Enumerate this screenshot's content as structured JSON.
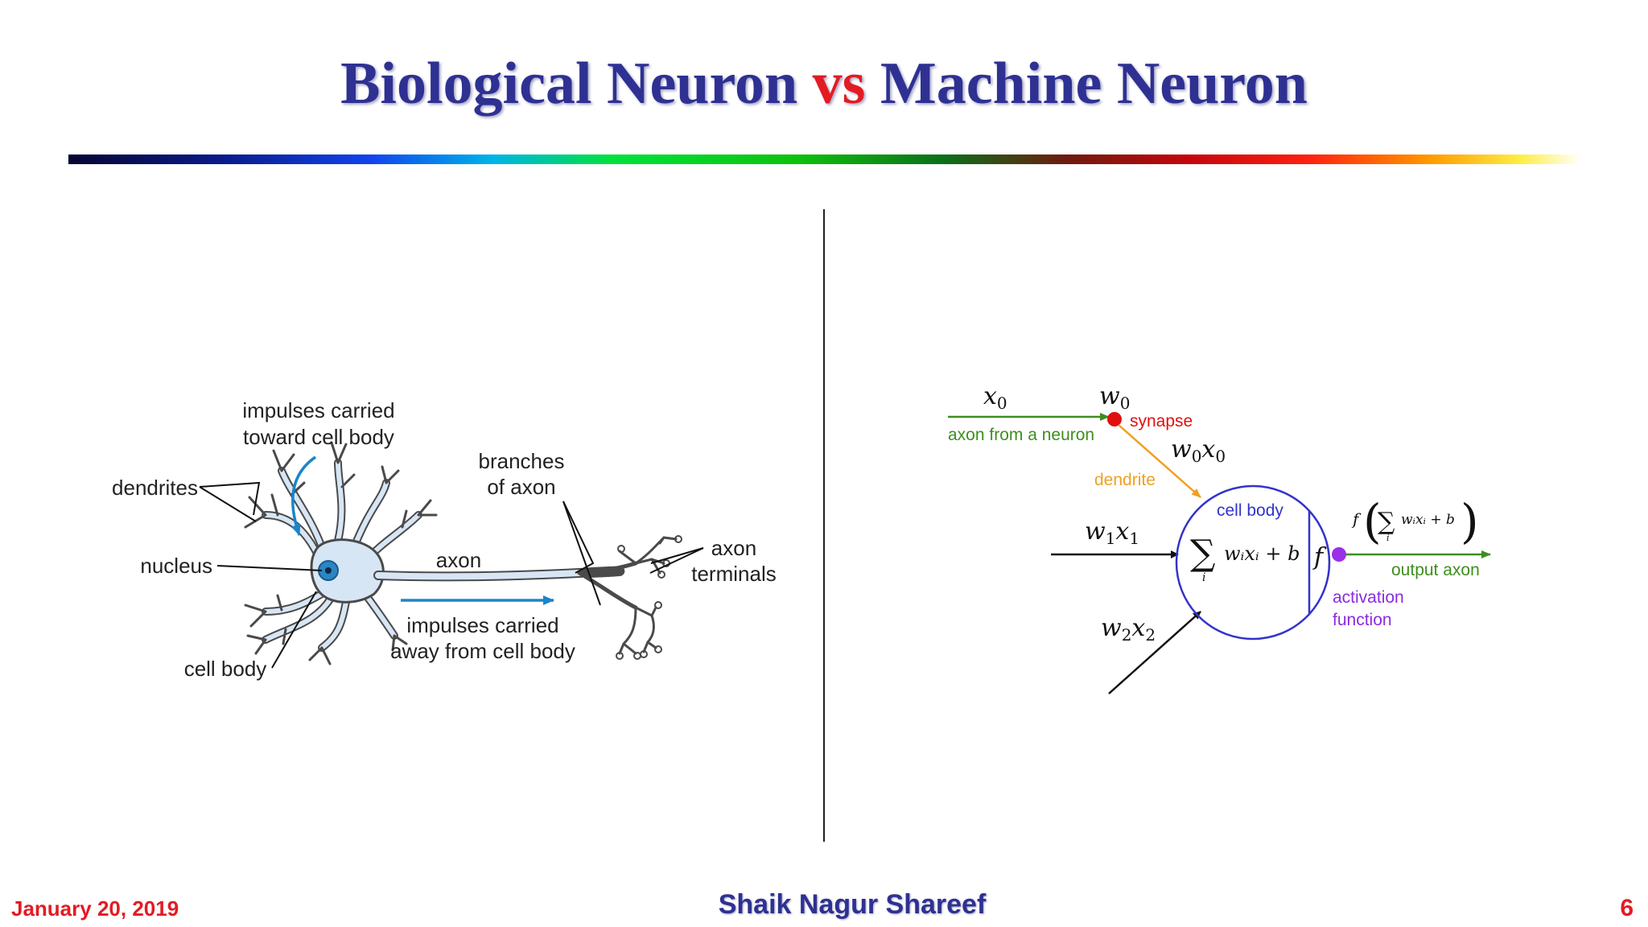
{
  "slide": {
    "title_part1": "Biological Neuron ",
    "title_vs": "vs",
    "title_part2": " Machine Neuron"
  },
  "biological": {
    "impulses_toward_line1": "impulses carried",
    "impulses_toward_line2": "toward cell body",
    "dendrites": "dendrites",
    "nucleus": "nucleus",
    "cell_body": "cell body",
    "axon": "axon",
    "branches_line1": "branches",
    "branches_line2": "of axon",
    "axon_terminals_line1": "axon",
    "axon_terminals_line2": "terminals",
    "impulses_away_line1": "impulses carried",
    "impulses_away_line2": "away from cell body"
  },
  "machine": {
    "x0": "x",
    "x0_sub": "0",
    "w0": "w",
    "w0_sub": "0",
    "synapse": "synapse",
    "axon_from_neuron": "axon from a neuron",
    "w0x0_w": "w",
    "w0x0_wsub": "0",
    "w0x0_x": "x",
    "w0x0_xsub": "0",
    "dendrite": "dendrite",
    "cell_body": "cell body",
    "w1x1_w": "w",
    "w1x1_wsub": "1",
    "w1x1_x": "x",
    "w1x1_xsub": "1",
    "sum_symbol": "∑",
    "sum_index": "i",
    "sum_expr": "wᵢxᵢ + b",
    "f": "f",
    "out_f": "f",
    "out_expr": "wᵢxᵢ + b",
    "output_axon": "output axon",
    "activation_line1": "activation",
    "activation_line2": "function",
    "w2x2_w": "w",
    "w2x2_wsub": "2",
    "w2x2_x": "x",
    "w2x2_xsub": "2"
  },
  "footer": {
    "date": "January 20, 2019",
    "author": "Shaik Nagur Shareef",
    "page": "6"
  },
  "colors": {
    "title_blue": "#2e3192",
    "accent_red": "#e31b23",
    "neuron_fill": "#d7e6f5",
    "arrow_blue": "#1a86c8",
    "green": "#3e8e1f",
    "synapse_red": "#e01010",
    "dendrite_orange": "#f0a020",
    "circle_blue": "#3333cc",
    "activation_purple": "#8a2be2"
  }
}
